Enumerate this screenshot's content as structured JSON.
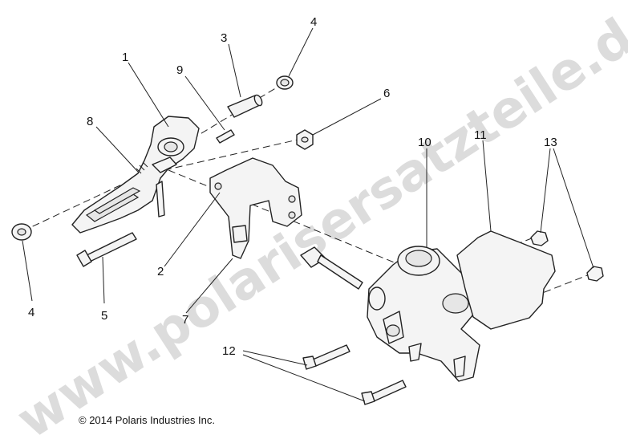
{
  "diagram": {
    "callouts": [
      {
        "id": "c1",
        "text": "1"
      },
      {
        "id": "c2",
        "text": "2"
      },
      {
        "id": "c3",
        "text": "3"
      },
      {
        "id": "c4a",
        "text": "4"
      },
      {
        "id": "c4b",
        "text": "4"
      },
      {
        "id": "c5",
        "text": "5"
      },
      {
        "id": "c6",
        "text": "6"
      },
      {
        "id": "c7",
        "text": "7"
      },
      {
        "id": "c8",
        "text": "8"
      },
      {
        "id": "c9",
        "text": "9"
      },
      {
        "id": "c10",
        "text": "10"
      },
      {
        "id": "c11",
        "text": "11"
      },
      {
        "id": "c12",
        "text": "12"
      },
      {
        "id": "c13",
        "text": "13"
      }
    ],
    "copyright": "© 2014 Polaris Industries Inc.",
    "watermark": "www.polarisersatzteile.de"
  }
}
